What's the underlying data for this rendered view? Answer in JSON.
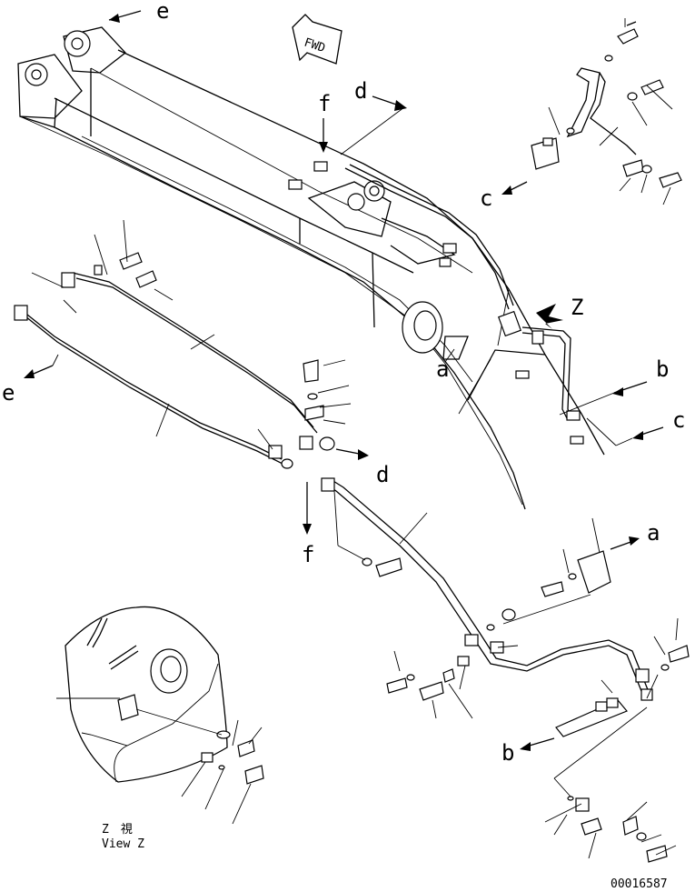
{
  "title": "",
  "direction_label": "FWD",
  "view_label": {
    "jp": "Z　視",
    "en": "View Z"
  },
  "drawing_number": "00016587",
  "connection_labels": {
    "a": "a",
    "b": "b",
    "c": "c",
    "d": "d",
    "e": "e",
    "f": "f"
  },
  "view_arrow_label": "Z"
}
